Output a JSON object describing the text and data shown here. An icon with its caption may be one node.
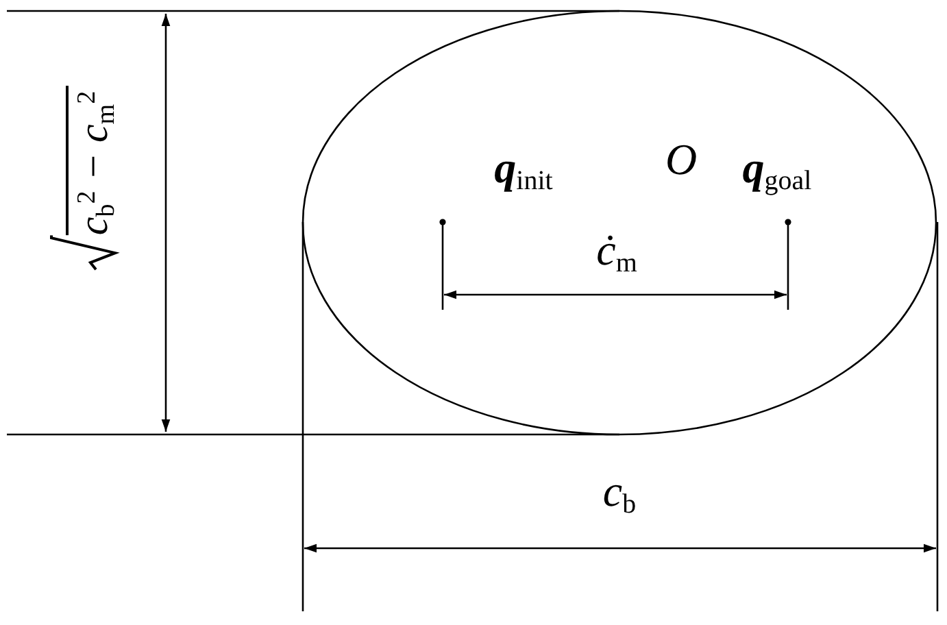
{
  "diagram": {
    "labels": [
      "c$_{b}$$^{2}$ − c$_{m}$$^{2}$",
      "**q**$_{init}$",
      "O",
      "**q**$_{goal}$",
      "ċ$_{m}$",
      "c$_{b}$"
    ]
  }
}
